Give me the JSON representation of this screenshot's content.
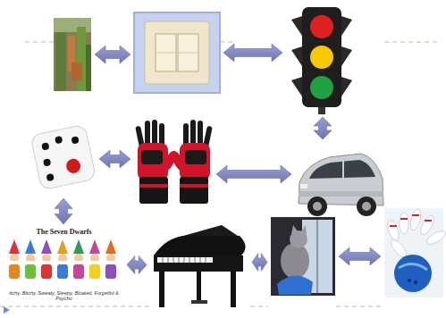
{
  "diagram": {
    "nodes": [
      {
        "text": []
      },
      {
        "text": []
      },
      {
        "text": []
      },
      {
        "text": []
      },
      {
        "text": []
      },
      {
        "text": []
      },
      {
        "text": [
          "The Seven Dwarfs",
          "Itchy, Bitchy, Sweaty, Sleepy, Bloated, Forgetful & Psycho"
        ]
      },
      {
        "text": []
      },
      {
        "text": []
      },
      {
        "text": []
      }
    ],
    "edges": [
      {
        "from": 0,
        "to": 1,
        "arrow": "both"
      },
      {
        "from": 1,
        "to": 2,
        "arrow": "both"
      },
      {
        "from": 2,
        "to": 5,
        "arrow": "both"
      },
      {
        "from": 5,
        "to": 4,
        "arrow": "both"
      },
      {
        "from": 4,
        "to": 3,
        "arrow": "both"
      },
      {
        "from": 3,
        "to": 6,
        "arrow": "both"
      },
      {
        "from": 6,
        "to": 7,
        "arrow": "both"
      },
      {
        "from": 7,
        "to": 8,
        "arrow": "both"
      },
      {
        "from": 8,
        "to": 9,
        "arrow": "both"
      }
    ]
  }
}
